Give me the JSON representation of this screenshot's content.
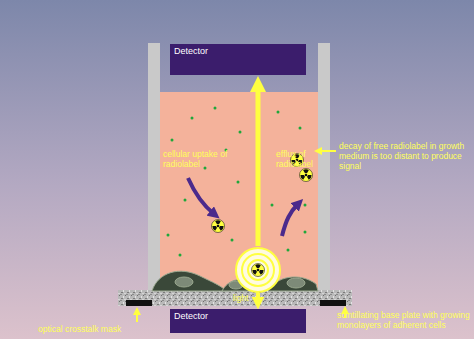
{
  "diagram": {
    "nodes": [
      {
        "text": [
          "Detector"
        ]
      },
      {
        "text": [
          "Detector"
        ]
      }
    ],
    "labels": [
      "cellular uptake of radiolabel",
      "efflux of radiolabel",
      "decay of free radiolabel in growth medium is too distant to produce signal",
      "light",
      "optical crosstalk mask",
      "scintillating base plate with growing monolayers of adherent cells"
    ]
  }
}
